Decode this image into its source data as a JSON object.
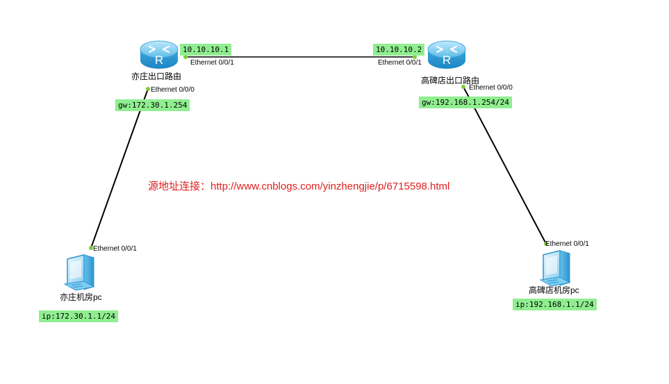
{
  "colors": {
    "tag_bg": "#90ee90",
    "link": "#000000",
    "port_dot": "#7ccd3c",
    "source_text": "#e02020"
  },
  "devices": {
    "router_yz": {
      "name": "亦庄出口路由",
      "icon": "router-icon"
    },
    "router_gbd": {
      "name": "高碑店出口路由",
      "icon": "router-icon"
    },
    "pc_yz": {
      "name": "亦庄机房pc",
      "icon": "pc-icon"
    },
    "pc_gbd": {
      "name": "高碑店机房pc",
      "icon": "pc-icon"
    }
  },
  "ports": {
    "yz_router_wan": "Ethernet 0/0/1",
    "yz_router_lan": "Ethernet 0/0/0",
    "gbd_router_wan": "Ethernet 0/0/1",
    "gbd_router_lan": "Ethernet 0/0/0",
    "yz_pc": "Ethernet 0/0/1",
    "gbd_pc": "Ethernet 0/0/1"
  },
  "addresses": {
    "yz_router_wan_ip": "10.10.10.1",
    "gbd_router_wan_ip": "10.10.10.2",
    "yz_gateway": "gw:172.30.1.254",
    "gbd_gateway": "gw:192.168.1.254/24",
    "yz_pc_ip": "ip:172.30.1.1/24",
    "gbd_pc_ip": "ip:192.168.1.1/24"
  },
  "source": {
    "prefix": "源地址连接：",
    "url": "http://www.cnblogs.com/yinzhengjie/p/6715598.html"
  }
}
